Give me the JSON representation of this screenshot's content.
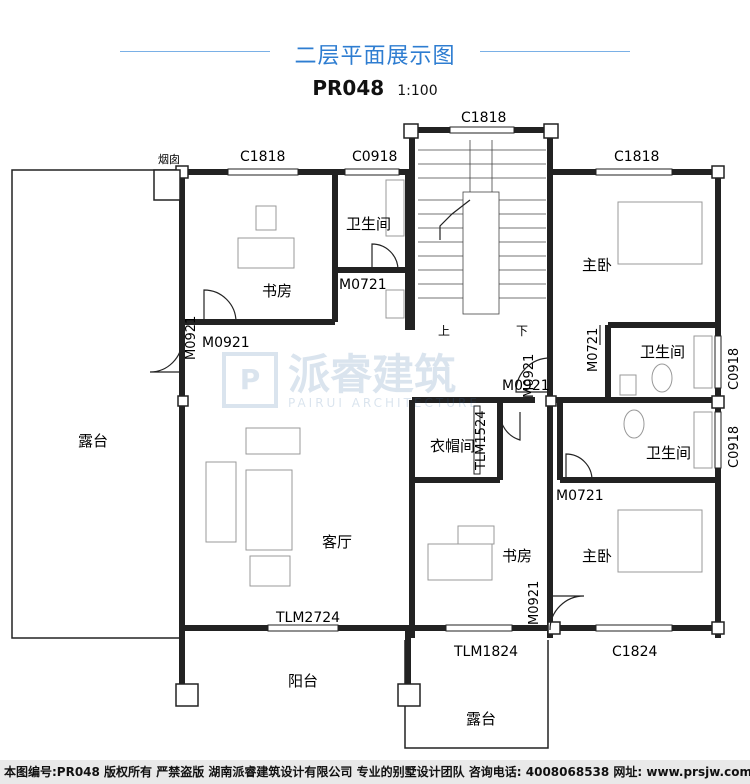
{
  "header": {
    "title": "二层平面展示图",
    "code": "PR048",
    "scale": "1:100"
  },
  "rooms": {
    "study_top": "书房",
    "bath_top": "卫生间",
    "master_top": "主卧",
    "bath_right_top": "卫生间",
    "bath_right_bottom": "卫生间",
    "cloak": "衣帽间",
    "living": "客厅",
    "study_bottom": "书房",
    "master_bottom": "主卧",
    "terrace_left": "露台",
    "balcony": "阳台",
    "terrace_bottom": "露台",
    "chimney": "烟囱",
    "stair_up": "上",
    "stair_down": "下"
  },
  "labels": {
    "c1818_stair": "C1818",
    "c1818_study": "C1818",
    "c0918_bath": "C0918",
    "c1818_master": "C1818",
    "m0721_bath": "M0721",
    "m0921_study": "M0921",
    "m0921_left": "M0921",
    "m0921_stair_v": "M0921",
    "m0921_stair_h": "M0921",
    "m0721_master": "M0721",
    "c0918_right1": "C0918",
    "c0918_right2": "C0918",
    "tlm1524": "TLM1524",
    "m0721_lower": "M0721",
    "tlm2724": "TLM2724",
    "m0921_lower": "M0921",
    "tlm1824": "TLM1824",
    "c1824": "C1824"
  },
  "watermark": {
    "logo": "P",
    "name": "派睿建筑",
    "sub": "PAIRUI ARCHITECTURE"
  },
  "footer": "本图编号:PR048 版权所有 严禁盗版 湖南派睿建筑设计有限公司 专业的别墅设计团队 咨询电话: 4008068538 网址: www.prsjw.com"
}
